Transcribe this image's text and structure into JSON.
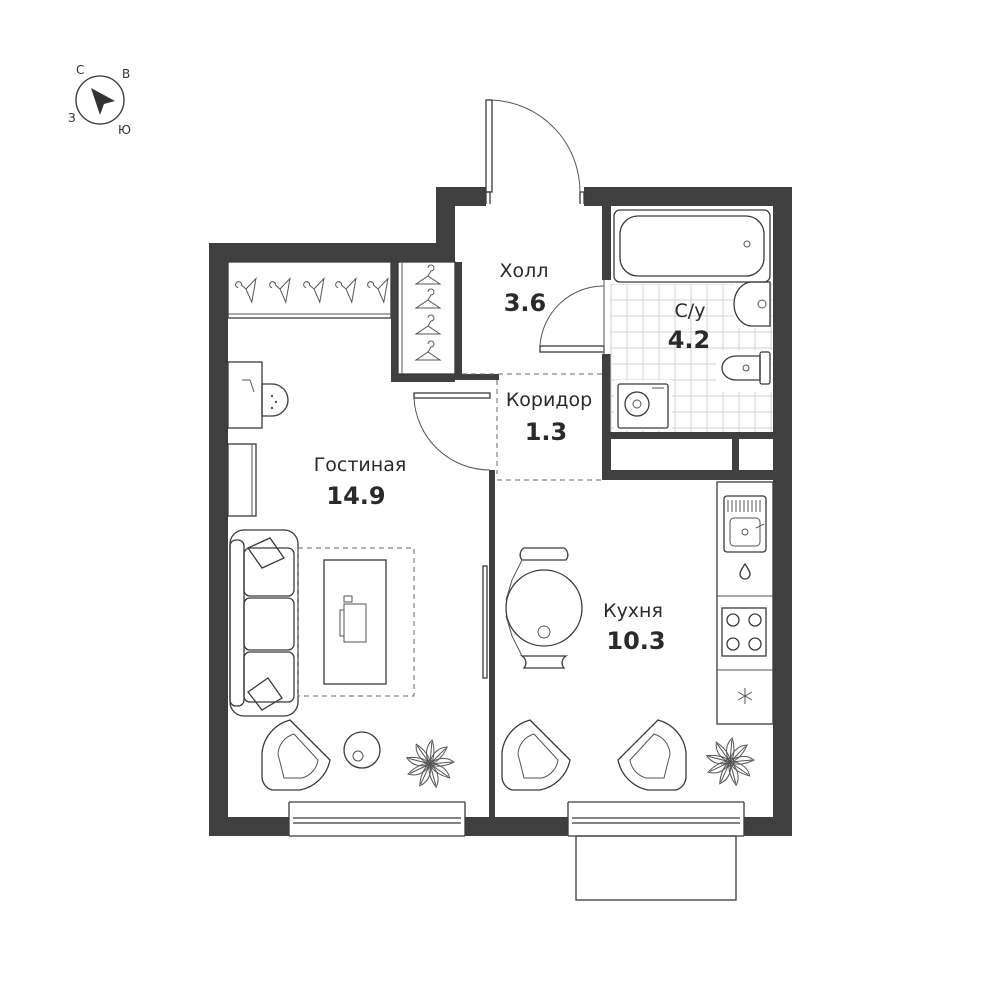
{
  "compass": {
    "north": "С",
    "east": "В",
    "south": "Ю",
    "west": "З"
  },
  "rooms": {
    "hall": {
      "label": "Холл",
      "area": "3.6"
    },
    "bathroom": {
      "label": "С/у",
      "area": "4.2"
    },
    "corridor": {
      "label": "Коридор",
      "area": "1.3"
    },
    "living": {
      "label": "Гостиная",
      "area": "14.9"
    },
    "kitchen": {
      "label": "Кухня",
      "area": "10.3"
    }
  },
  "colors": {
    "wall": "#3f3f3f",
    "line": "#3a3a3a",
    "tile": "#c9d4d4"
  }
}
